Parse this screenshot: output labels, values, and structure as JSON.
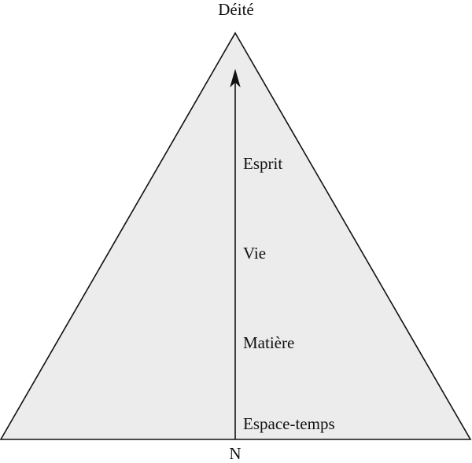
{
  "diagram": {
    "apex_label": "Déité",
    "base_label": "N",
    "levels": [
      "Esprit",
      "Vie",
      "Matière",
      "Espace-temps"
    ],
    "colors": {
      "triangle_fill": "#ececec",
      "stroke": "#111111",
      "text": "#111111"
    }
  }
}
